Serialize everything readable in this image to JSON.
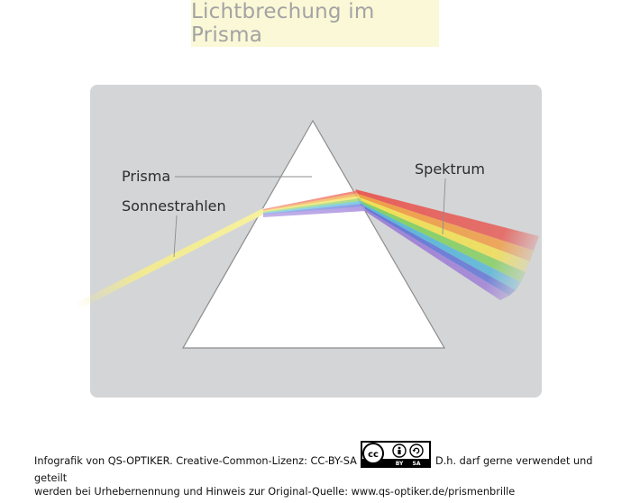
{
  "title": "Lichtbrechung im Prisma",
  "labels": {
    "prisma": "Prisma",
    "sunrays": "Sonnestrahlen",
    "spectrum": "Spektrum"
  },
  "footer": {
    "line1_prefix": "Infografik von QS-OPTIKER. Creative-Common-Lizenz: CC-BY-SA",
    "line1_suffix": "D.h. darf gerne verwendet und geteilt",
    "line2": "werden bei Urhebernennung und Hinweis zur Original-Quelle: www.qs-optiker.de/prismenbrille"
  },
  "license_badge": {
    "by": "BY",
    "sa": "SA",
    "cc": "cc"
  },
  "colors": {
    "title_bg": "#fbf8d7",
    "panel_bg": "#d4d5d6",
    "sunray": "#f4ec8a",
    "spectrum": [
      "#e8554f",
      "#f29a3c",
      "#f3e04a",
      "#7fcf5a",
      "#4fb3d9",
      "#5a6fd6",
      "#9b7ad6"
    ]
  }
}
